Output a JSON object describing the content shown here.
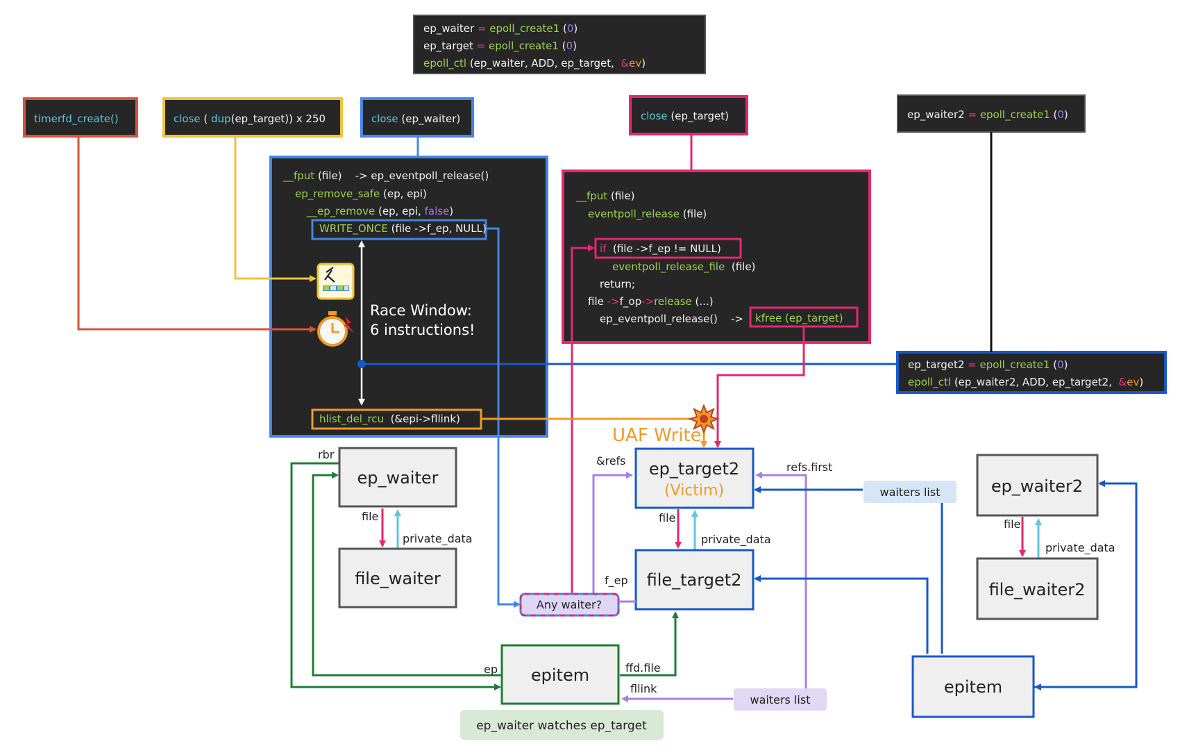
{
  "colors": {
    "code_bg": "#262626",
    "green_fn": "#9fd14a",
    "cyan_kw": "#5ec6dc",
    "pink_op": "#e8337f",
    "purple_lit": "#a777e3",
    "white_code": "#f2f2f2",
    "red": "#d9533c",
    "yellow": "#eec33b",
    "blue": "#4286e8",
    "pink": "#e4276f",
    "dark_blue": "#1758c9",
    "green": "#1e7d34",
    "purple": "#a97ee8",
    "orange": "#f29a26",
    "node_fill": "#efefef",
    "node_border": "#555555"
  },
  "top_code": {
    "lines": [
      [
        {
          "t": "ep_waiter",
          "c": "white_code"
        },
        {
          "t": " = ",
          "c": "pink_op"
        },
        {
          "t": "epoll_create1",
          "c": "green_fn"
        },
        {
          "t": " (",
          "c": "white_code"
        },
        {
          "t": "0",
          "c": "purple_lit"
        },
        {
          "t": ")",
          "c": "white_code"
        }
      ],
      [
        {
          "t": "ep_target",
          "c": "white_code"
        },
        {
          "t": " = ",
          "c": "pink_op"
        },
        {
          "t": "epoll_create1",
          "c": "green_fn"
        },
        {
          "t": " (",
          "c": "white_code"
        },
        {
          "t": "0",
          "c": "purple_lit"
        },
        {
          "t": ")",
          "c": "white_code"
        }
      ],
      [
        {
          "t": "epoll_ctl",
          "c": "green_fn"
        },
        {
          "t": " (ep_waiter, ADD, ep_target,  ",
          "c": "white_code"
        },
        {
          "t": "&",
          "c": "pink_op"
        },
        {
          "t": "ev",
          "c": "orange"
        },
        {
          "t": ")",
          "c": "white_code"
        }
      ]
    ]
  },
  "timerfd_box": {
    "lines": [
      [
        {
          "t": "timerfd_create()",
          "c": "cyan_kw"
        }
      ]
    ]
  },
  "close_dup_box": {
    "lines": [
      [
        {
          "t": "close",
          "c": "cyan_kw"
        },
        {
          "t": " ( ",
          "c": "white_code"
        },
        {
          "t": "dup",
          "c": "cyan_kw"
        },
        {
          "t": "(ep_target)) x 250",
          "c": "white_code"
        }
      ]
    ]
  },
  "close_waiter_box": {
    "lines": [
      [
        {
          "t": "close",
          "c": "cyan_kw"
        },
        {
          "t": " (ep_waiter)",
          "c": "white_code"
        }
      ]
    ]
  },
  "close_target_box": {
    "lines": [
      [
        {
          "t": "close",
          "c": "cyan_kw"
        },
        {
          "t": " (ep_target)",
          "c": "white_code"
        }
      ]
    ]
  },
  "ep_waiter2_create_box": {
    "lines": [
      [
        {
          "t": "ep_waiter2",
          "c": "white_code"
        },
        {
          "t": " = ",
          "c": "pink_op"
        },
        {
          "t": "epoll_create1",
          "c": "green_fn"
        },
        {
          "t": " (",
          "c": "white_code"
        },
        {
          "t": "0",
          "c": "purple_lit"
        },
        {
          "t": ")",
          "c": "white_code"
        }
      ]
    ]
  },
  "left_code": {
    "l1": [
      {
        "t": "__fput",
        "c": "green_fn"
      },
      {
        "t": " (file)    -> ep_eventpoll_release()",
        "c": "white_code"
      }
    ],
    "l2": [
      {
        "t": "ep_remove_safe",
        "c": "green_fn"
      },
      {
        "t": " (ep, epi)",
        "c": "white_code"
      }
    ],
    "l3": [
      {
        "t": "__ep_remove",
        "c": "green_fn"
      },
      {
        "t": " (ep, epi, ",
        "c": "white_code"
      },
      {
        "t": "false",
        "c": "purple_lit"
      },
      {
        "t": ")",
        "c": "white_code"
      }
    ],
    "write_once": [
      {
        "t": "WRITE_ONCE",
        "c": "green_fn"
      },
      {
        "t": " (file ->f_ep, NULL)",
        "c": "white_code"
      }
    ],
    "hlist": [
      {
        "t": "hlist_del_rcu",
        "c": "green_fn"
      },
      {
        "t": "  (&epi->fllink)",
        "c": "white_code"
      }
    ],
    "race_line1": "Race Window:",
    "race_line2": "6 instructions!"
  },
  "middle_code": {
    "l1": [
      {
        "t": "__fput",
        "c": "green_fn"
      },
      {
        "t": " (file)",
        "c": "white_code"
      }
    ],
    "l2": [
      {
        "t": "eventpoll_release",
        "c": "green_fn"
      },
      {
        "t": " (file)",
        "c": "white_code"
      }
    ],
    "l3": [
      {
        "t": "if",
        "c": "pink_op"
      },
      {
        "t": "  (file ->f_ep != NULL)",
        "c": "white_code"
      }
    ],
    "l4": [
      {
        "t": "eventpoll_release_file",
        "c": "green_fn"
      },
      {
        "t": "  (file)",
        "c": "white_code"
      }
    ],
    "l5": [
      {
        "t": "return;",
        "c": "white_code"
      }
    ],
    "l6": [
      {
        "t": "file ",
        "c": "white_code"
      },
      {
        "t": "->",
        "c": "pink_op"
      },
      {
        "t": "f_op",
        "c": "white_code"
      },
      {
        "t": "->",
        "c": "pink_op"
      },
      {
        "t": "release",
        "c": "green_fn"
      },
      {
        "t": " (...)",
        "c": "white_code"
      }
    ],
    "l7": [
      {
        "t": "ep_eventpoll_release()    ->",
        "c": "white_code"
      }
    ],
    "kfree": [
      {
        "t": "kfree (ep_target)",
        "c": "green_fn"
      }
    ]
  },
  "ep_target2_box": {
    "l1": [
      {
        "t": "ep_target2",
        "c": "white_code"
      },
      {
        "t": " = ",
        "c": "pink_op"
      },
      {
        "t": "epoll_create1",
        "c": "green_fn"
      },
      {
        "t": " (",
        "c": "white_code"
      },
      {
        "t": "0",
        "c": "purple_lit"
      },
      {
        "t": ")",
        "c": "white_code"
      }
    ],
    "l2": [
      {
        "t": "epoll_ctl",
        "c": "green_fn"
      },
      {
        "t": " (ep_waiter2, ADD, ep_target2,  ",
        "c": "white_code"
      },
      {
        "t": "&",
        "c": "pink_op"
      },
      {
        "t": "ev",
        "c": "orange"
      },
      {
        "t": ")",
        "c": "white_code"
      }
    ]
  },
  "uaf_label": "UAF Write",
  "nodes": {
    "ep_waiter": "ep_waiter",
    "file_waiter": "file_waiter",
    "ep_target2": "ep_target2",
    "victim": "(Victim)",
    "file_target2": "file_target2",
    "epitem_left": "epitem",
    "ep_waiter2": "ep_waiter2",
    "file_waiter2": "file_waiter2",
    "epitem_right": "epitem",
    "any_waiter": "Any waiter?"
  },
  "edge_labels": {
    "rbr": "rbr",
    "file_1": "file",
    "private_data_1": "private_data",
    "refs": "&refs",
    "refs_first": "refs.first",
    "file_2": "file",
    "private_data_2": "private_data",
    "f_ep": "f_ep",
    "ep": "ep",
    "ffd_file": "ffd.file",
    "fllink": "fllink",
    "file_3": "file",
    "private_data_3": "private_data"
  },
  "waiters_list_blue": "waiters list",
  "waiters_list_purple": "waiters list",
  "caption": "ep_waiter watches ep_target"
}
